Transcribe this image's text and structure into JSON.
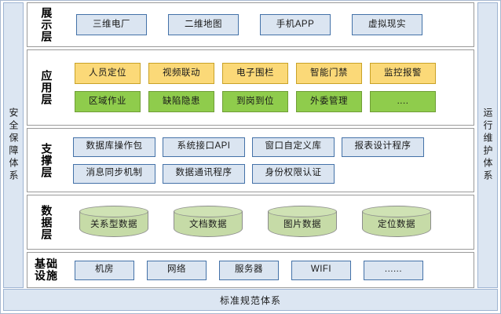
{
  "bands": {
    "left_label": "安全保障体系",
    "right_label": "运行维护体系",
    "bottom_label": "标准规范体系"
  },
  "colors": {
    "blue_fill": "#dbe5f1",
    "blue_border": "#4472a8",
    "orange_fill": "#fbd978",
    "orange_border": "#c9a227",
    "green_fill": "#8fcc4c",
    "green_border": "#6f9e36",
    "cylinder_fill": "#c6dba7",
    "band_fill": "#dce6f2"
  },
  "layers": [
    {
      "id": "presentation",
      "title": "展示层",
      "rows": [
        {
          "style": "blue",
          "nodes": [
            "三维电厂",
            "二维地图",
            "手机APP",
            "虚拟现实"
          ]
        }
      ]
    },
    {
      "id": "application",
      "title": "应用层",
      "rows": [
        {
          "style": "orange",
          "nodes": [
            "人员定位",
            "视频联动",
            "电子围栏",
            "智能门禁",
            "监控报警"
          ]
        },
        {
          "style": "green",
          "nodes": [
            "区域作业",
            "缺陷隐患",
            "到岗到位",
            "外委管理",
            "...."
          ]
        }
      ]
    },
    {
      "id": "support",
      "title": "支撑层",
      "rows": [
        {
          "style": "blue",
          "nodes": [
            "数据库操作包",
            "系统接口API",
            "窗口自定义库",
            "报表设计程序"
          ]
        },
        {
          "style": "blue",
          "nodes": [
            "消息同步机制",
            "数据通讯程序",
            "身份权限认证"
          ]
        }
      ]
    },
    {
      "id": "data",
      "title": "数据层",
      "cylinders": [
        "关系型数据",
        "文档数据",
        "图片数据",
        "定位数据"
      ]
    },
    {
      "id": "infrastructure",
      "title": "基础\n设施",
      "rows": [
        {
          "style": "blue",
          "nodes": [
            "机房",
            "网络",
            "服务器",
            "WIFI",
            "......"
          ]
        }
      ]
    }
  ]
}
